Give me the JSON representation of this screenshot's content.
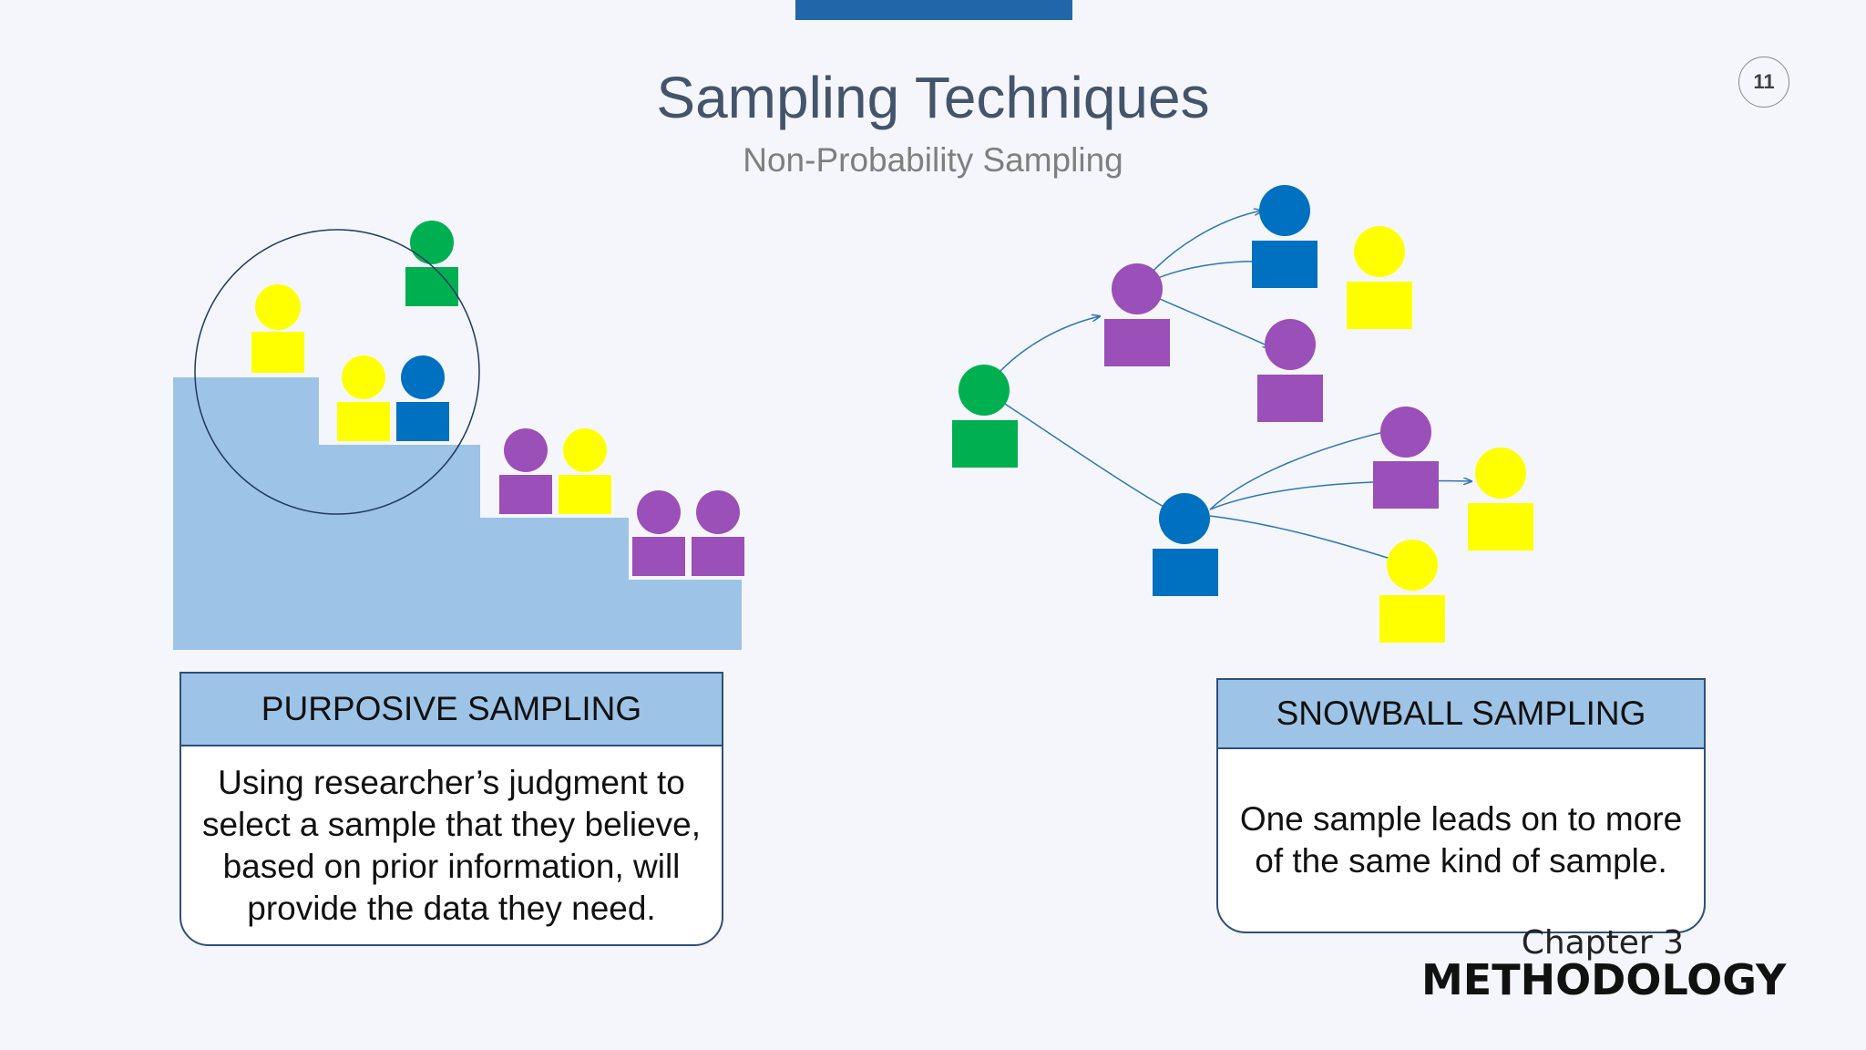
{
  "slide": {
    "title": "Sampling Techniques",
    "subtitle": "Non-Probability Sampling",
    "page_number": "11"
  },
  "purposive": {
    "heading": "PURPOSIVE SAMPLING",
    "description": "Using researcher’s judgment to select a sample that they believe, based on prior information, will provide the data they need."
  },
  "snowball": {
    "heading": "SNOWBALL SAMPLING",
    "description": "One sample leads on to more of the same kind of sample."
  },
  "footer": {
    "chapter": "Chapter 3",
    "section": "METHODOLOGY"
  },
  "colors": {
    "accent_bar": "#2166a8",
    "header_fill": "#9dc3e6",
    "staircase": "#9dc3e6",
    "person_green": "#00b050",
    "person_blue": "#0070c0",
    "person_yellow": "#ffff00",
    "person_purple": "#9b4fb8",
    "arrow": "#2e75b6"
  }
}
